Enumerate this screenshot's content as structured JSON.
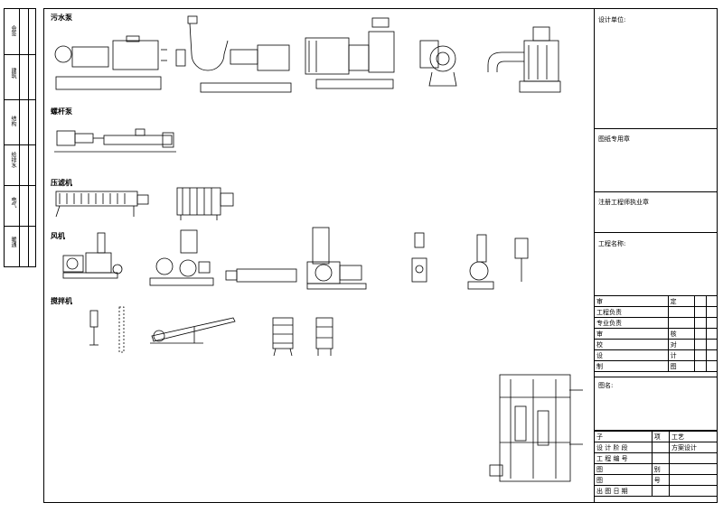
{
  "sections": {
    "sewage_pump": "污水泵",
    "screw_pump": "螺杆泵",
    "filter_press": "压滤机",
    "fan": "风机",
    "mixer": "搅拌机"
  },
  "title_block": {
    "design_unit": "设计单位:",
    "drawing_stamp": "图纸专用章",
    "registered_stamp": "注册工程师执业章",
    "project_name": "工程名称:",
    "approval_rows": [
      [
        "审",
        "定"
      ],
      [
        "工程负责",
        ""
      ],
      [
        "专业负责",
        ""
      ],
      [
        "审",
        "核"
      ],
      [
        "校",
        "对"
      ],
      [
        "设",
        "计"
      ],
      [
        "制",
        "图"
      ]
    ],
    "drawing_name": "图名:",
    "info_rows": [
      [
        "子",
        "项",
        "工艺"
      ],
      [
        "设 计 阶 段",
        "",
        "方案设计"
      ],
      [
        "工 程 编 号",
        "",
        ""
      ],
      [
        "图",
        "别",
        ""
      ],
      [
        "图",
        "号",
        ""
      ],
      [
        "出 图 日 期",
        "",
        ""
      ]
    ]
  },
  "left_strip": {
    "labels": [
      "会签",
      "建筑",
      "结构",
      "给排水",
      "电气",
      "暖通"
    ]
  }
}
